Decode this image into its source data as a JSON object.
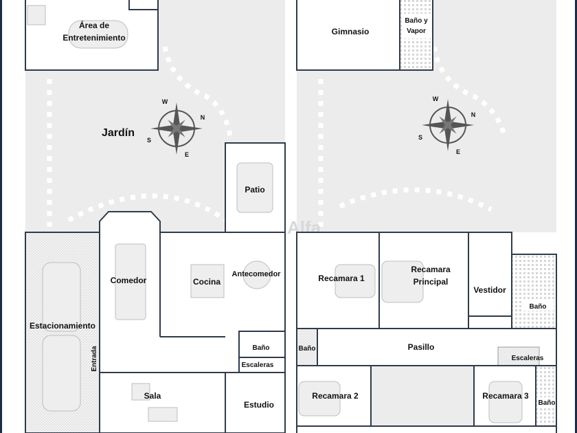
{
  "plan": {
    "ground_floor": {
      "rooms": {
        "entertainment": "Área de",
        "entertainment_2": "Entretenimiento",
        "garden": "Jardín",
        "patio": "Patio",
        "dining": "Comedor",
        "kitchen": "Cocina",
        "breakfast": "Antecomedor",
        "parking": "Estacionamiento",
        "entrance": "Entrada",
        "bath": "Baño",
        "stairs": "Escaleras",
        "living": "Sala",
        "study": "Estudio"
      }
    },
    "upper_floor": {
      "rooms": {
        "gym": "Gimnasio",
        "steam_bath": "Baño y",
        "steam_bath_2": "Vapor",
        "bedroom1": "Recamara 1",
        "master": "Recamara",
        "master_2": "Principal",
        "closet": "Vestidor",
        "bath_master": "Baño",
        "bath_small": "Baño",
        "hallway": "Pasillo",
        "stairs": "Escaleras",
        "bedroom2": "Recamara 2",
        "bedroom3": "Recamara 3",
        "bath3": "Baño"
      }
    },
    "compass": {
      "n": "N",
      "s": "S",
      "e": "E",
      "w": "W"
    },
    "watermark": "Alfa"
  },
  "colors": {
    "wall": "#2f3a4a",
    "garden": "#ececec",
    "frame": "#1f2b45"
  }
}
